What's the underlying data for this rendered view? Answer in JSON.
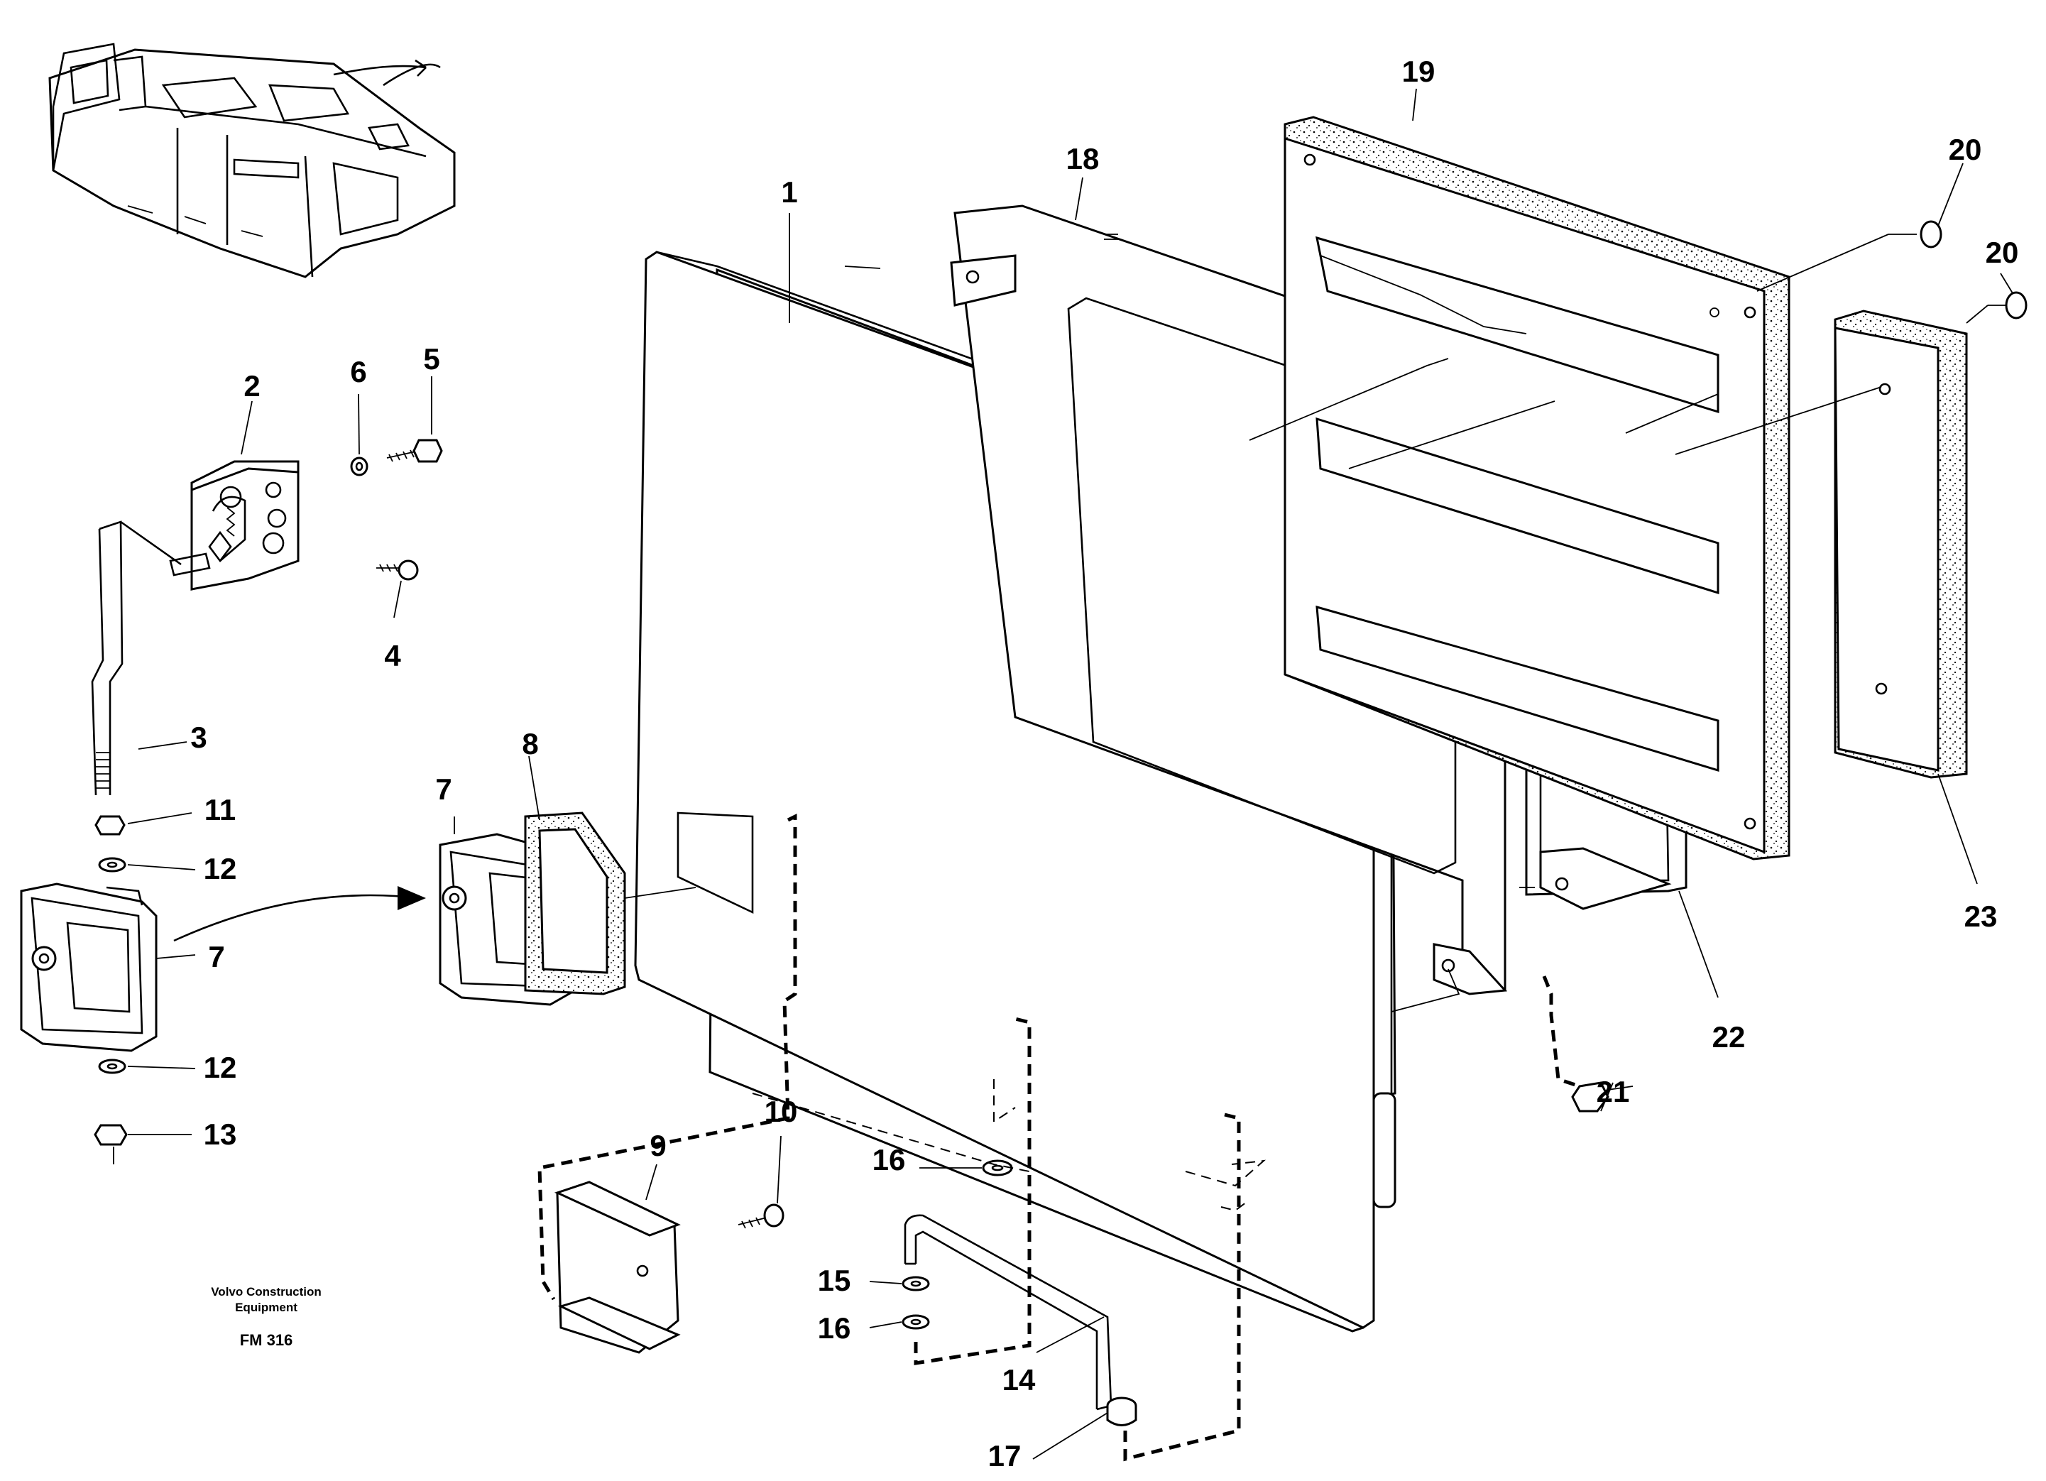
{
  "callouts": [
    {
      "id": "1",
      "text": "1"
    },
    {
      "id": "2",
      "text": "2"
    },
    {
      "id": "3",
      "text": "3"
    },
    {
      "id": "4",
      "text": "4"
    },
    {
      "id": "5",
      "text": "5"
    },
    {
      "id": "6",
      "text": "6"
    },
    {
      "id": "7a",
      "text": "7"
    },
    {
      "id": "7b",
      "text": "7"
    },
    {
      "id": "8",
      "text": "8"
    },
    {
      "id": "9",
      "text": "9"
    },
    {
      "id": "10",
      "text": "10"
    },
    {
      "id": "11",
      "text": "11"
    },
    {
      "id": "12a",
      "text": "12"
    },
    {
      "id": "12b",
      "text": "12"
    },
    {
      "id": "13",
      "text": "13"
    },
    {
      "id": "14",
      "text": "14"
    },
    {
      "id": "15",
      "text": "15"
    },
    {
      "id": "16a",
      "text": "16"
    },
    {
      "id": "16b",
      "text": "16"
    },
    {
      "id": "17",
      "text": "17"
    },
    {
      "id": "18",
      "text": "18"
    },
    {
      "id": "19",
      "text": "19"
    },
    {
      "id": "20a",
      "text": "20"
    },
    {
      "id": "20b",
      "text": "20"
    },
    {
      "id": "21",
      "text": "21"
    },
    {
      "id": "22",
      "text": "22"
    },
    {
      "id": "23",
      "text": "23"
    }
  ],
  "caption": {
    "line1": "Volvo Construction",
    "line2": "Equipment",
    "code": "FM 316"
  }
}
